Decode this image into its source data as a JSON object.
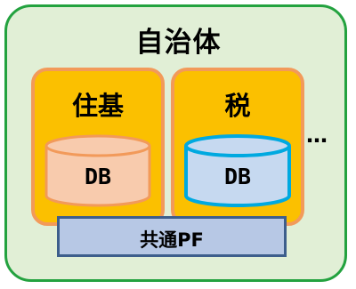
{
  "municipality": {
    "title": "自治体"
  },
  "systems": [
    {
      "label": "住基",
      "db_label": "DB",
      "db_fill": "#f8cbad",
      "db_stroke": "#f29a5a"
    },
    {
      "label": "税",
      "db_label": "DB",
      "db_fill": "#c6d9f0",
      "db_stroke": "#00a9e0"
    }
  ],
  "more_indicator": "…",
  "platform": {
    "label": "共通PF"
  },
  "colors": {
    "outer_fill": "#e1efd6",
    "outer_stroke": "#23a23f",
    "system_fill": "#fbc000",
    "system_stroke": "#f29a5a",
    "platform_fill": "#b7c8e5",
    "platform_stroke": "#3d5e8c"
  }
}
